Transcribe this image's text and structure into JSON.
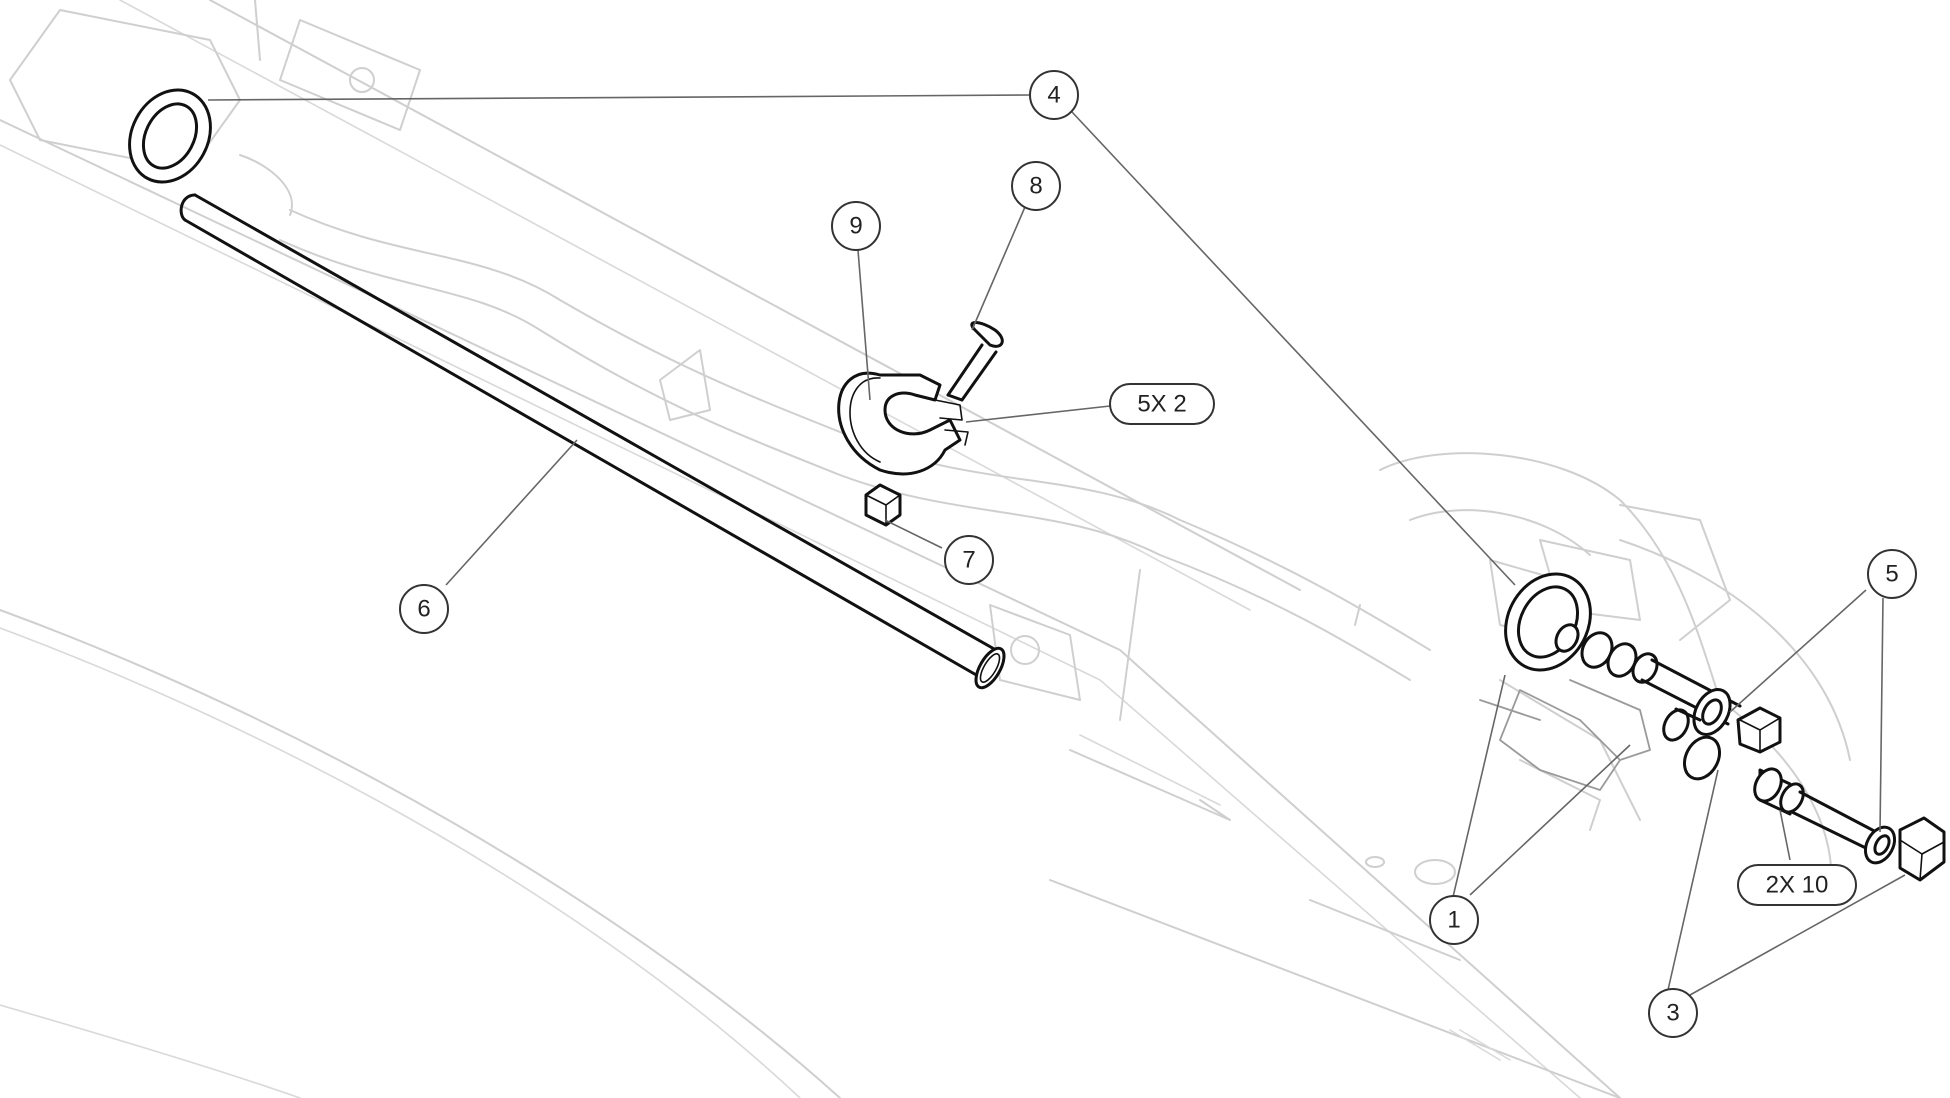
{
  "callouts": {
    "c1": "1",
    "c3": "3",
    "c4": "4",
    "c5": "5",
    "c6": "6",
    "c7": "7",
    "c8": "8",
    "c9": "9",
    "qty_5x2": "5X 2",
    "qty_2x10": "2X 10"
  },
  "colors": {
    "part_lines": "#111111",
    "background_lines": "#cfcfcf",
    "leader_lines": "#666666"
  }
}
